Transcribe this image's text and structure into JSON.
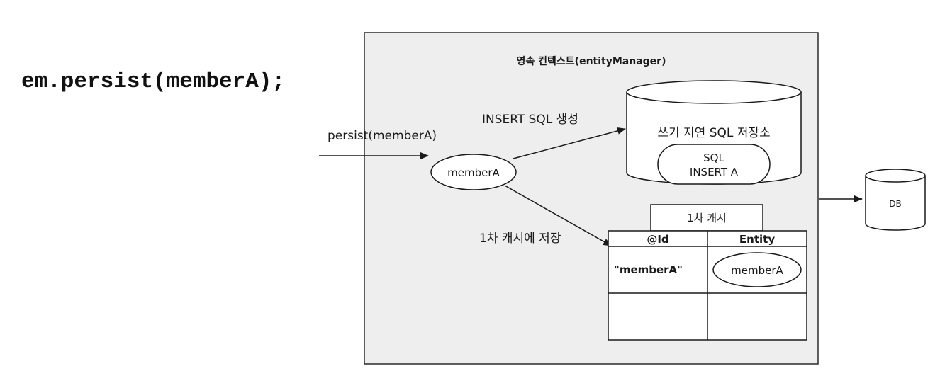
{
  "code_statement": "em.persist(memberA);",
  "context_title": "영속 컨텍스트(entityManager)",
  "call_label": "persist(memberA)",
  "entity_node_label": "memberA",
  "insert_sql_label": "INSERT SQL 생성",
  "sql_store": {
    "title": "쓰기 지연 SQL 저장소",
    "item_line1": "SQL",
    "item_line2": "INSERT A"
  },
  "save_to_cache_label": "1차 캐시에 저장",
  "cache": {
    "title": "1차 캐시",
    "headers": [
      "@Id",
      "Entity"
    ],
    "rows": [
      {
        "id": "\"memberA\"",
        "entity": "memberA"
      }
    ]
  },
  "db_label": "DB"
}
